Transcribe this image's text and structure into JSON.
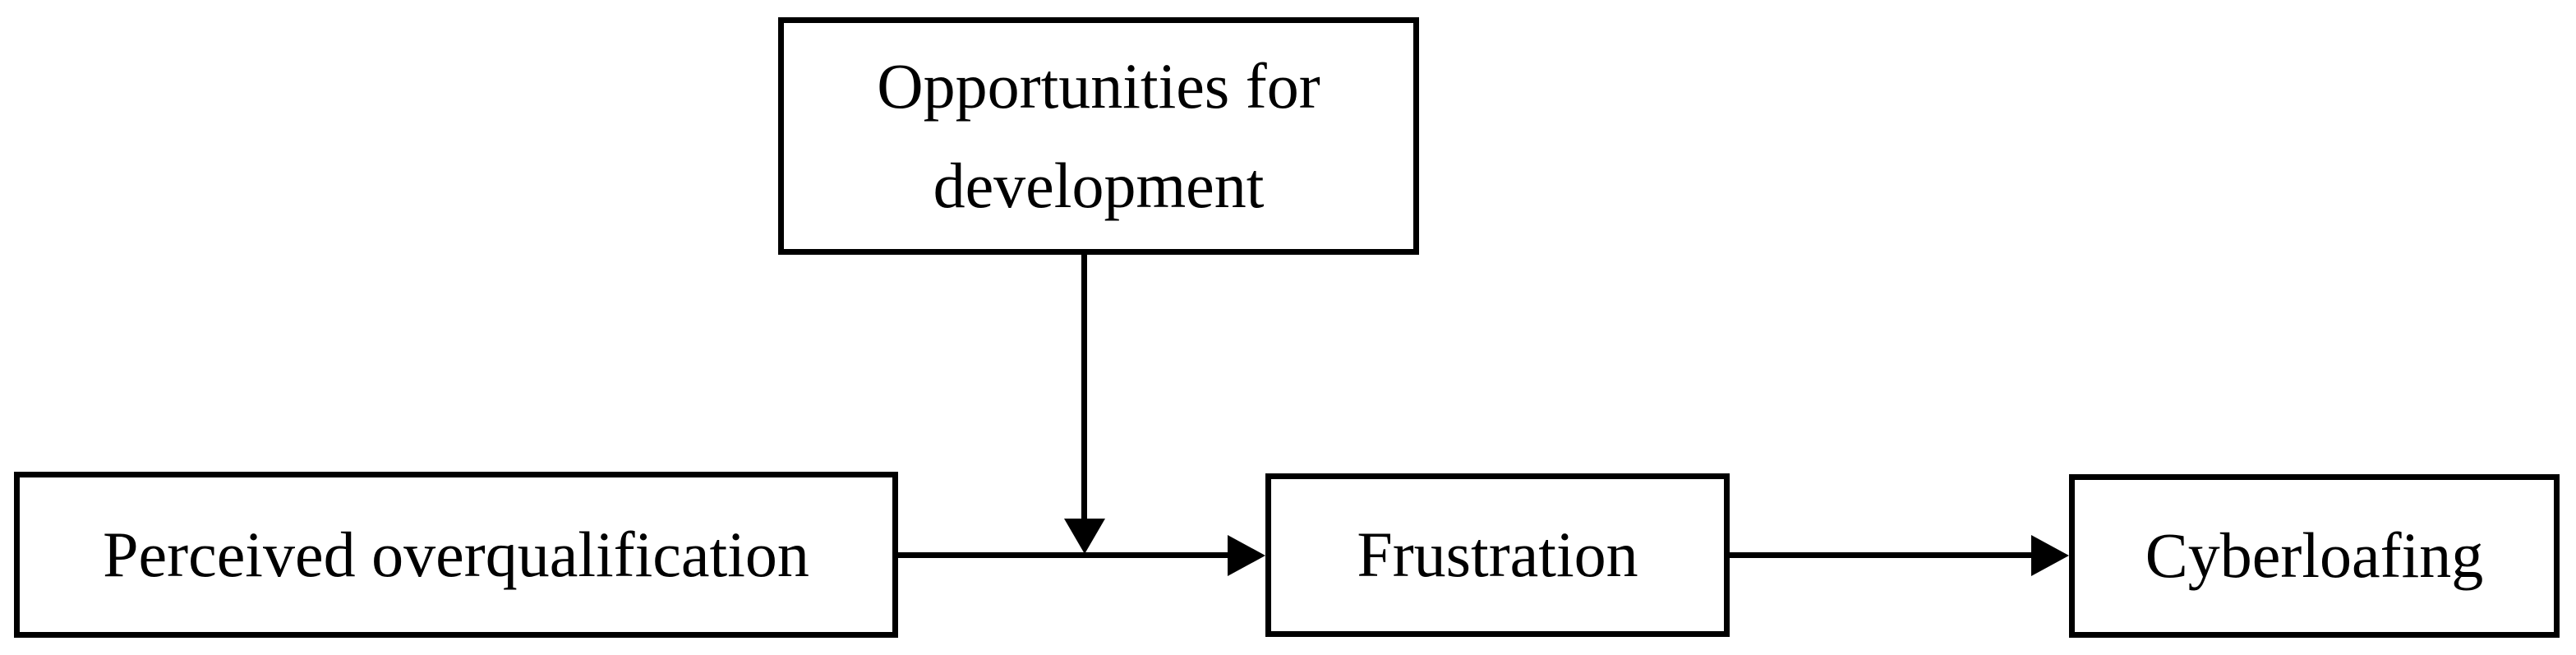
{
  "diagram": {
    "background": "#ffffff",
    "ink": "#000000",
    "nodes": [
      {
        "id": "opportunities-for-development",
        "label": "Opportunities for development"
      },
      {
        "id": "perceived-overqualification",
        "label": "Perceived overqualification"
      },
      {
        "id": "frustration",
        "label": "Frustration"
      },
      {
        "id": "cyberloafing",
        "label": "Cyberloafing"
      }
    ],
    "edges": [
      {
        "from": "perceived-overqualification",
        "to": "frustration",
        "style": "solid-arrow"
      },
      {
        "from": "frustration",
        "to": "cyberloafing",
        "style": "solid-arrow"
      },
      {
        "from": "opportunities-for-development",
        "to": "path:perceived-overqualification->frustration",
        "style": "solid-arrow"
      }
    ]
  }
}
